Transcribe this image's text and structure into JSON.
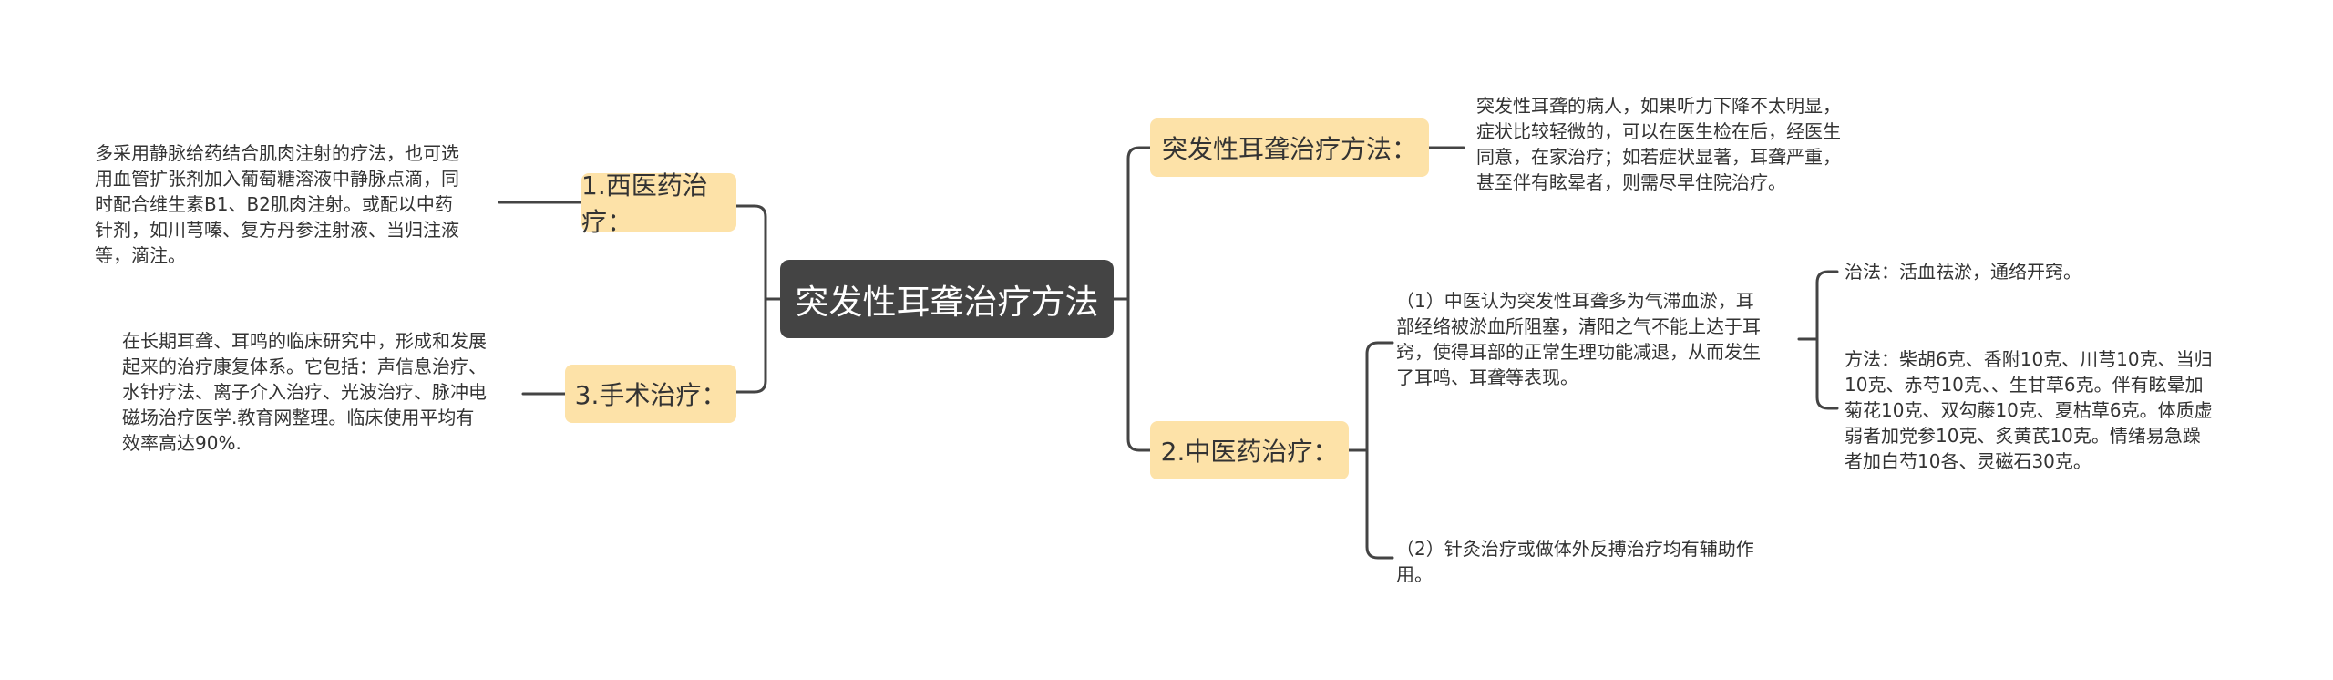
{
  "central": "突发性耳聋治疗方法",
  "branches": {
    "method": "突发性耳聋治疗方法：",
    "western": "1.西医药治疗：",
    "surgery": "3.手术治疗：",
    "tcm": "2.中医药治疗："
  },
  "leaves": {
    "method_desc": [
      "突发性耳聋的病人，如果听力下降不太明显，",
      "症状比较轻微的，可以在医生检在后，经医生",
      "同意，在家治疗；如若症状显著，耳聋严重，",
      "甚至伴有眩晕者，则需尽早住院治疗。"
    ],
    "western_desc": [
      "多采用静脉给药结合肌肉注射的疗法，也可选",
      "用血管扩张剂加入葡萄糖溶液中静脉点滴，同",
      "时配合维生素B1、B2肌肉注射。或配以中药",
      "针剂，如川芎嗪、复方丹参注射液、当归注液",
      "等，滴注。"
    ],
    "surgery_desc": [
      "在长期耳聋、耳鸣的临床研究中，形成和发展",
      "起来的治疗康复体系。它包括：声信息治疗、",
      "水针疗法、离子介入治疗、光波治疗、脉冲电",
      "磁场治疗医学.教育网整理。临床使用平均有",
      "效率高达90%."
    ],
    "tcm_1": [
      "（1）中医认为突发性耳聋多为气滞血淤，耳",
      "部经络被淤血所阻塞，清阳之气不能上达于耳",
      "窍，使得耳部的正常生理功能减退，从而发生",
      "了耳鸣、耳聋等表现。"
    ],
    "tcm_1_rule": "治法：活血祛淤，通络开窍。",
    "tcm_1_recipe": [
      "方法：柴胡6克、香附10克、川芎10克、当归",
      "10克、赤芍10克、、生甘草6克。伴有眩晕加",
      "菊花10克、双勾藤10克、夏枯草6克。体质虚",
      "弱者加党参10克、炙黄芪10克。情绪易急躁",
      "者加白芍10各、灵磁石30克。"
    ],
    "tcm_2": [
      "（2）针灸治疗或做体外反搏治疗均有辅助作",
      "用。"
    ]
  }
}
